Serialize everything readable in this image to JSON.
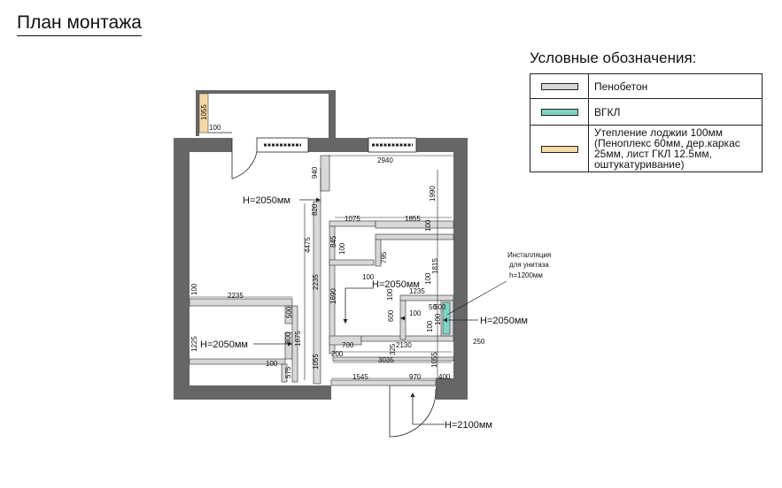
{
  "title": "План монтажа",
  "legend": {
    "title": "Условные обозначения:",
    "items": [
      {
        "label": "Пенобетон",
        "color": "#d8d8d8"
      },
      {
        "label": "ВГКЛ",
        "color": "#7fd3c4"
      },
      {
        "label": "Утепление лоджии 100мм (Пеноплекс 60мм, дер.каркас 25мм, лист ГКЛ 12.5мм, оштукатуривание)",
        "color": "#f5d9a6"
      }
    ]
  },
  "plan": {
    "door_labels": {
      "d1": "Н=2050мм",
      "d2": "Н=2050мм",
      "d3": "Н=2050мм",
      "d4": "Н=2050мм",
      "d5": "Н=2100мм"
    },
    "installation_note": [
      "Инсталляция",
      "для унитаза",
      "h=1200мм"
    ],
    "dimensions": {
      "d1055_loggia": "1055",
      "d100_loggia": "100",
      "d940": "940",
      "d2940": "2940",
      "d1990": "1990",
      "d820": "820",
      "d1075": "1075",
      "d1855": "1855",
      "d100_a": "100",
      "d4475": "4475",
      "d845": "845",
      "d100_b": "100",
      "d795": "795",
      "d1815": "1815",
      "d100_c": "100",
      "d100_d": "100",
      "d2235_right": "2235",
      "d1690": "1690",
      "d1235": "1235",
      "d100_e": "100",
      "d2235": "2235",
      "d100_left": "100",
      "d500_a": "500",
      "d600": "600",
      "d100_f": "100",
      "d50": "50",
      "d1225": "1225",
      "d800": "800",
      "d1875": "1875",
      "d700": "700",
      "d2130": "2130",
      "d250": "250",
      "d200": "200",
      "d3035": "3035",
      "d100_g": "100",
      "d575": "575",
      "d1055": "1055",
      "d1055_b": "1055",
      "d1545": "1545",
      "d970": "970",
      "d400": "400",
      "d500_b": "500",
      "d100_h": "100",
      "d325": "325",
      "d100_i": "100"
    }
  }
}
